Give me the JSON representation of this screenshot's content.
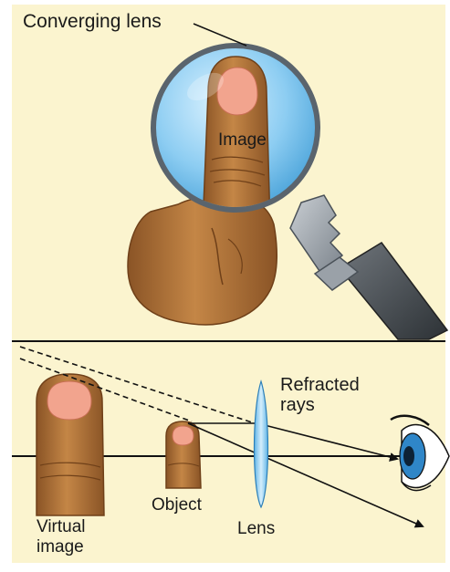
{
  "labels": {
    "converging_lens": "Converging lens",
    "image": "Image",
    "refracted_rays": [
      "Refracted",
      "rays"
    ],
    "object": "Object",
    "lens": "Lens",
    "virtual_image": [
      "Virtual",
      "image"
    ]
  },
  "colors": {
    "background": "#fbf4cf",
    "skin": "#b8763d",
    "skin_dark": "#7d4a1f",
    "nail": "#f2a48e",
    "lens_glass": "#7fc6ee",
    "lens_rim": "#4a5560",
    "eye_iris": "#2f86c8"
  }
}
